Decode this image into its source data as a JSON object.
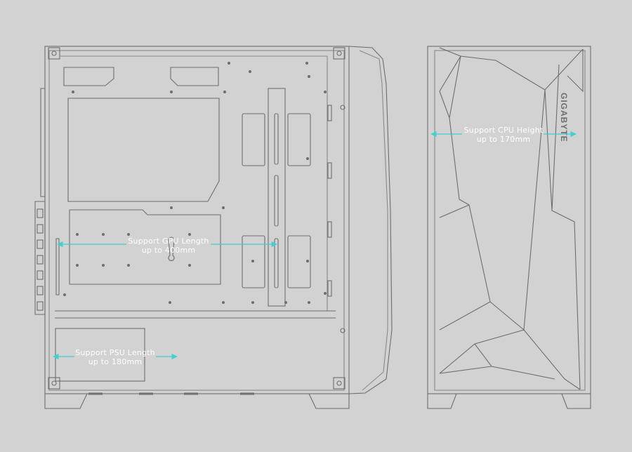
{
  "colors": {
    "background": "#d2d2d2",
    "line": "#6e6e6e",
    "line_light": "#9a9a9a",
    "annotation": "#3fd0cf",
    "text": "#ffffff"
  },
  "annotations": {
    "gpu": {
      "line1": "Support GPU Length",
      "line2": "up to 400mm"
    },
    "psu": {
      "line1": "Support PSU Length",
      "line2": "up to 180mm"
    },
    "cpu": {
      "line1": "Support CPU Height",
      "line2": "up to 170mm"
    }
  },
  "brand_logo": "GIGABYTE"
}
